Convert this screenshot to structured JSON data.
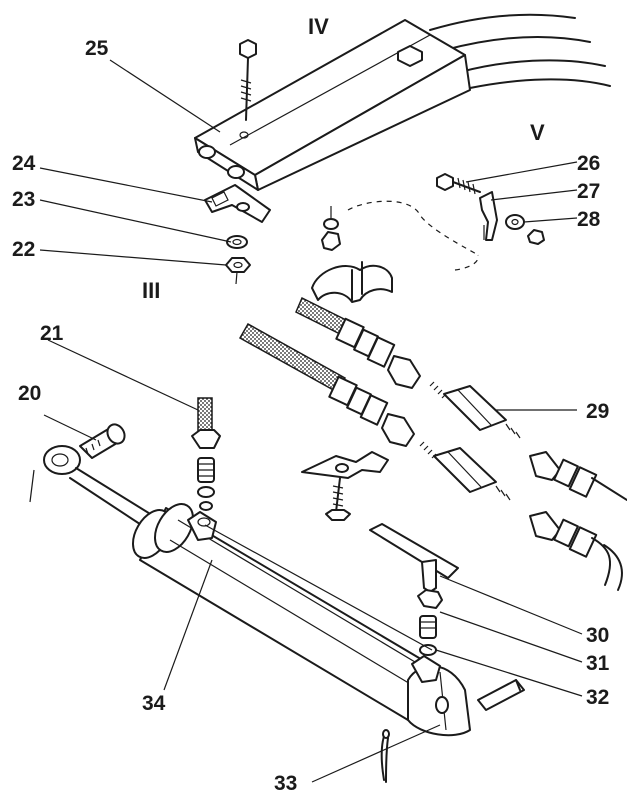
{
  "diagram": {
    "section_labels": {
      "s4": "IV",
      "s5": "V",
      "s3": "III"
    },
    "part_labels": {
      "p20": "20",
      "p21": "21",
      "p22": "22",
      "p23": "23",
      "p24": "24",
      "p25": "25",
      "p26": "26",
      "p27": "27",
      "p28": "28",
      "p29": "29",
      "p30": "30",
      "p31": "31",
      "p32": "32",
      "p33": "33",
      "p34": "34"
    }
  }
}
